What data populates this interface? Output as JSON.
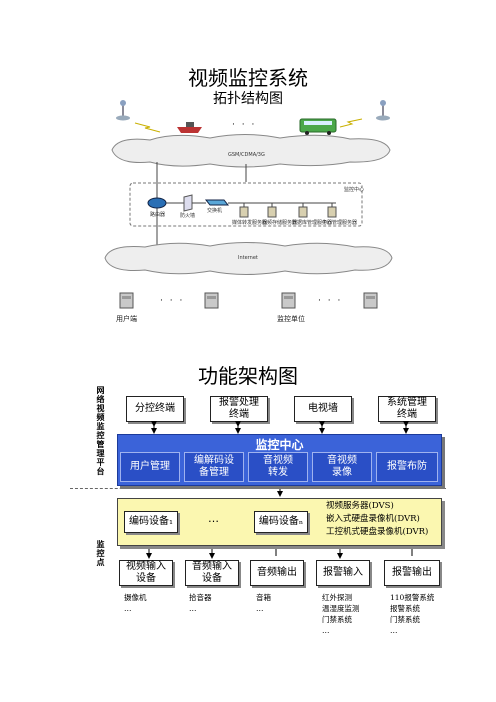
{
  "topology": {
    "title": "视频监控系统",
    "subtitle": "拓扑结构图",
    "ellipsis": "· · ·",
    "cloud_top_label": "GSM/CDMA/3G",
    "monitor_center_label": "监控中心",
    "router_label": "路由器",
    "firewall_label": "防火墙",
    "switch_label": "交换机",
    "servers": [
      "媒体转发服务器",
      "视频存储服务器",
      "数据库管理服务器",
      "中心管理服务器"
    ],
    "cloud_bottom_label": "Internet",
    "bottom_left_label": "用户端",
    "bottom_right_label": "监控单位"
  },
  "functional": {
    "title": "功能架构图",
    "platform_label": "网络视频监控管理平台",
    "monitoring_point_label": "监控点",
    "top_boxes": [
      "分控终端",
      "报警处理\n终端",
      "电视墙",
      "系统管理\n终端"
    ],
    "center": {
      "title": "监控中心",
      "modules": [
        "用户管理",
        "编解码设\n备管理",
        "音视频\n转发",
        "音视频\n录像",
        "报警布防"
      ]
    },
    "encoder": {
      "device_1": "编码设备₁",
      "ellipsis": "…",
      "device_n": "编码设备ₙ",
      "types": "视频服务器(DVS)\n嵌入式硬盘录像机(DVR)\n工控机式硬盘录像机(DVR)"
    },
    "bottom_boxes": [
      "视频输入\n设备",
      "音频输入\n设备",
      "音频输出",
      "报警输入",
      "报警输出"
    ],
    "notes": [
      "摄像机\n…",
      "拾音器\n…",
      "音箱\n…",
      "红外探测\n温湿度监测\n门禁系统\n…",
      "110报警系统\n报警系统\n门禁系统\n…"
    ]
  }
}
